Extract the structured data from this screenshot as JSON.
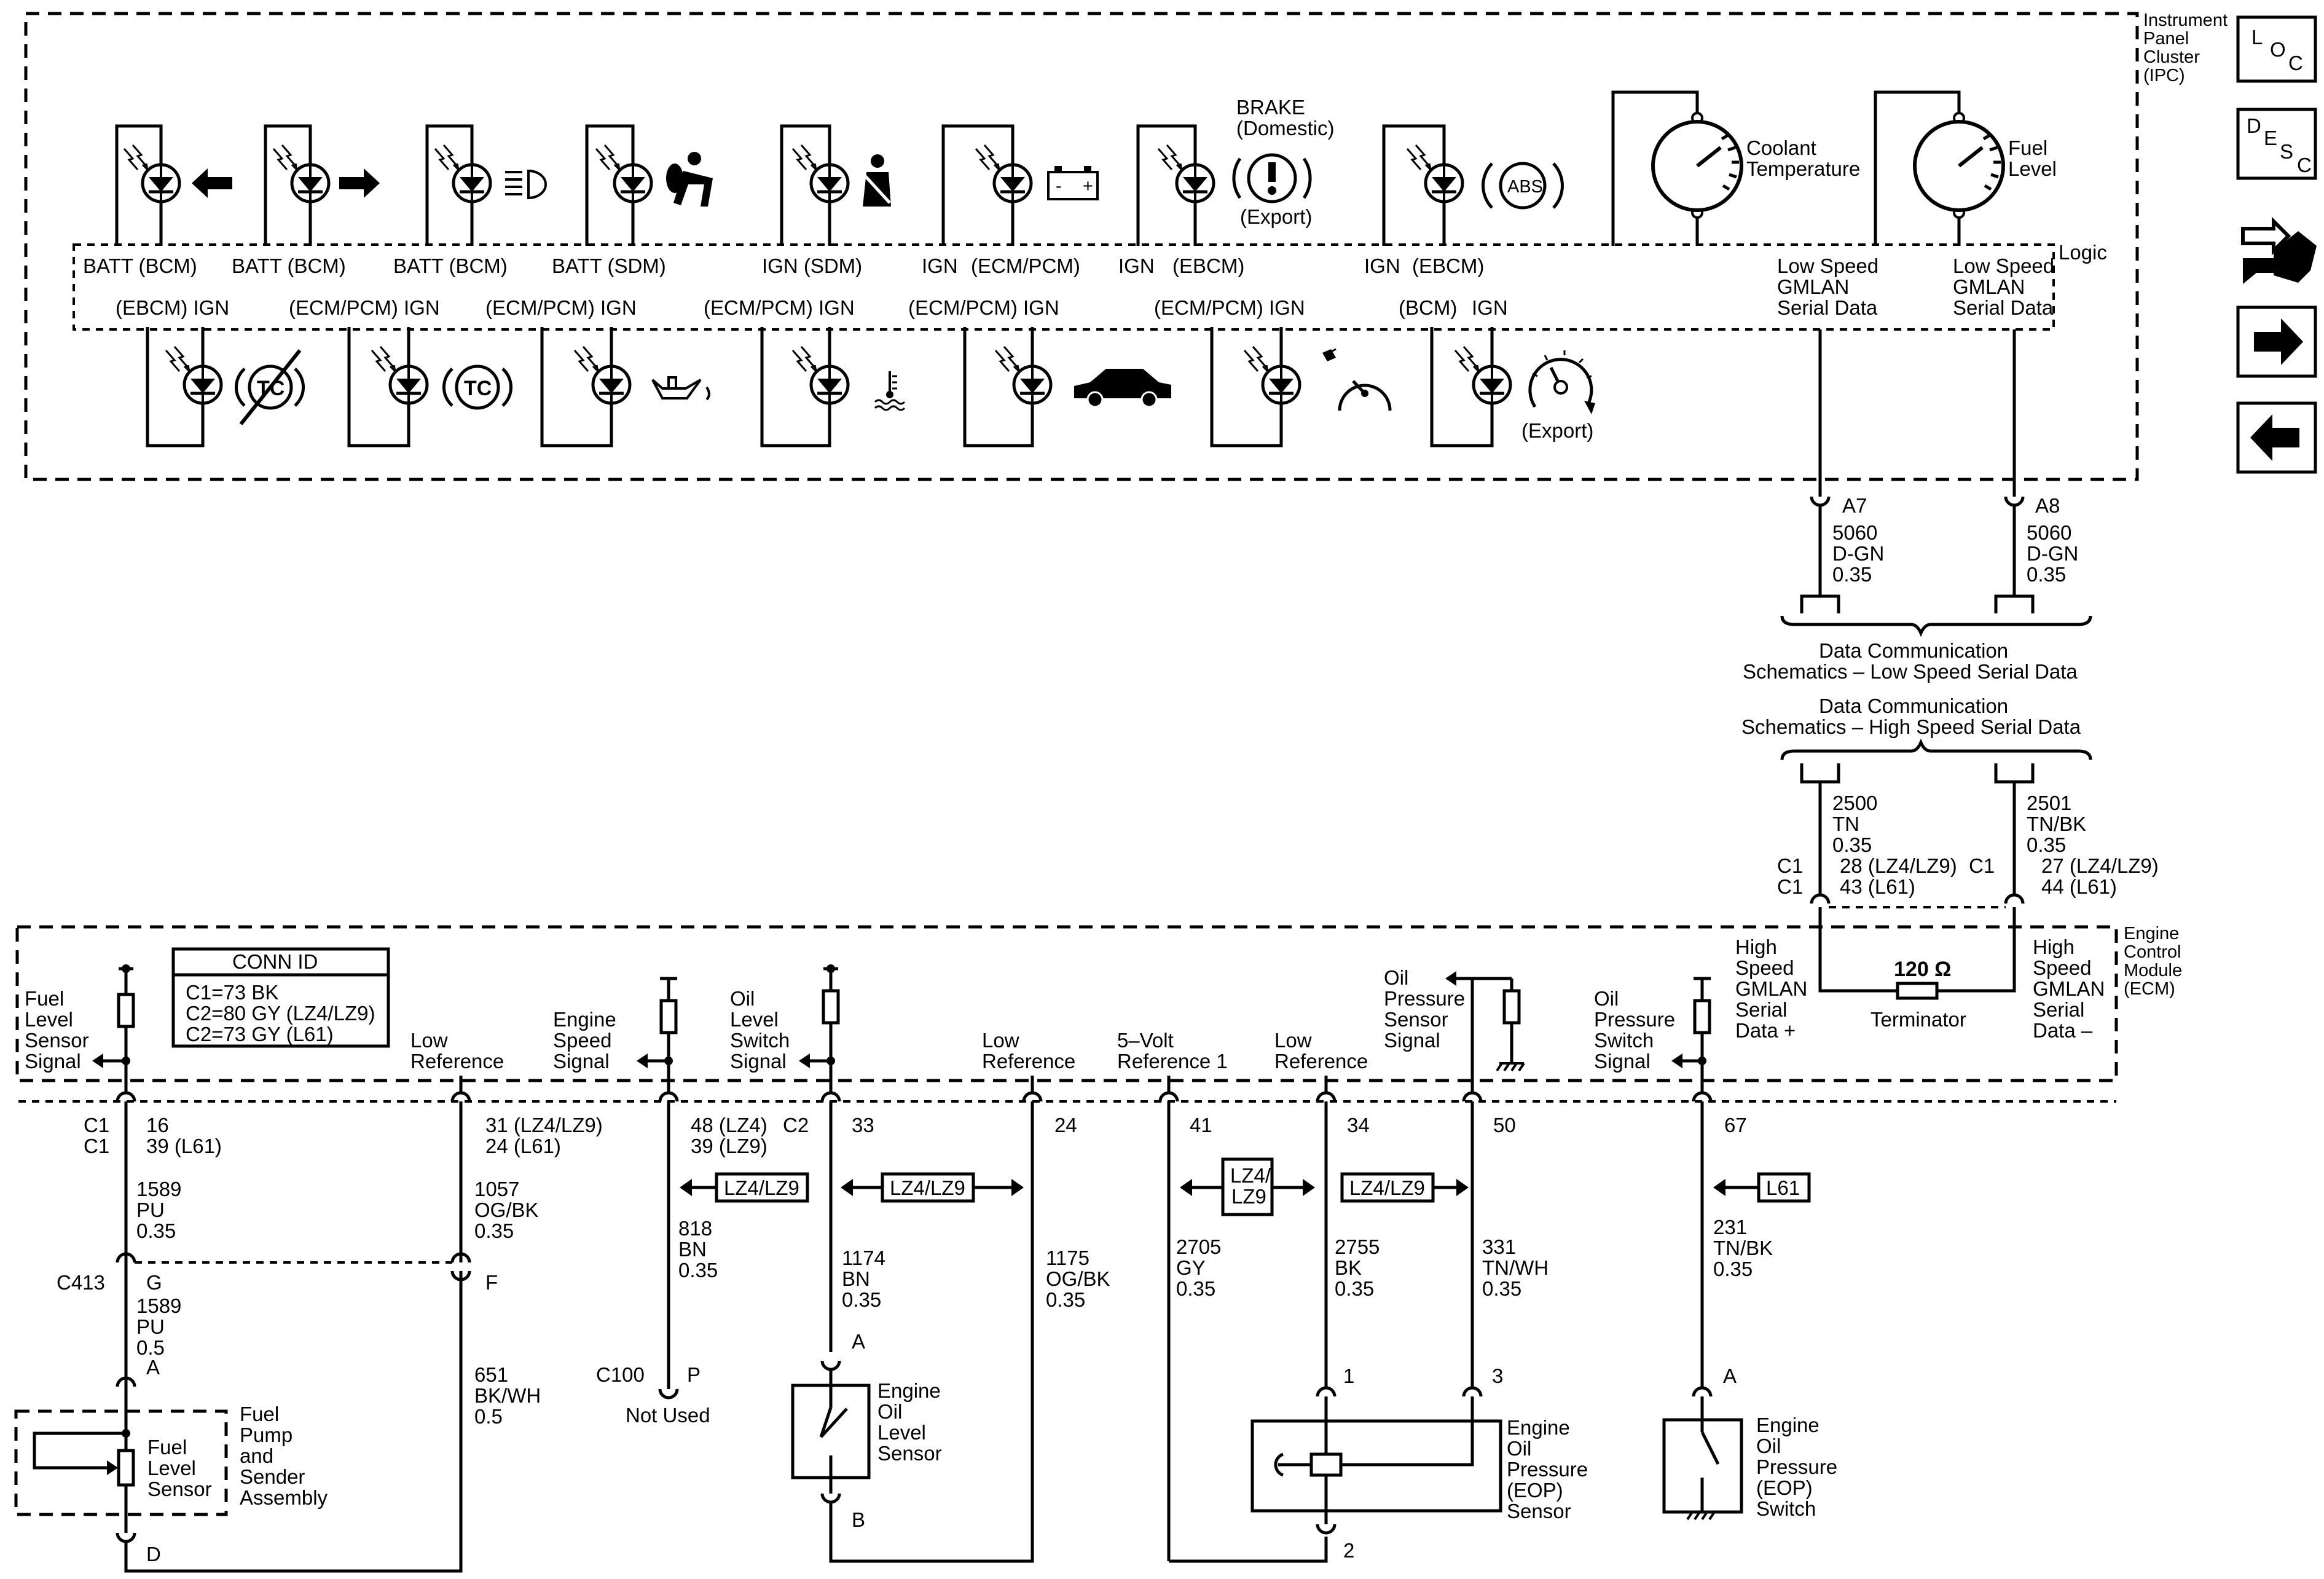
{
  "ipc": {
    "title": [
      "Instrument",
      "Panel",
      "Cluster",
      "(IPC)"
    ],
    "logic": "Logic",
    "top_lamps": [
      {
        "label": "BATT (BCM)",
        "icon": "left-turn-arrow-icon"
      },
      {
        "label": "BATT (BCM)",
        "icon": "right-turn-arrow-icon"
      },
      {
        "label": "BATT (BCM)",
        "icon": "high-beam-icon"
      },
      {
        "label": "BATT (SDM)",
        "icon": "airbag-icon"
      },
      {
        "label": "IGN (SDM)",
        "icon": "seatbelt-icon"
      },
      {
        "label": "IGN",
        "label2": "(ECM/PCM)",
        "icon": "battery-icon"
      },
      {
        "label": "IGN",
        "label2": "(EBCM)",
        "icon": "brake-warning-icon"
      },
      {
        "label": "IGN",
        "label2": "(EBCM)",
        "icon": "abs-icon"
      }
    ],
    "brake_title": [
      "BRAKE",
      "(Domestic)"
    ],
    "brake_export": "(Export)",
    "abs_text": "ABS",
    "bottom_lamps": [
      {
        "label": "(EBCM) IGN",
        "icon": "traction-off-icon"
      },
      {
        "label": "(ECM/PCM) IGN",
        "icon": "traction-control-icon"
      },
      {
        "label": "(ECM/PCM) IGN",
        "icon": "oil-can-icon"
      },
      {
        "label": "(ECM/PCM) IGN",
        "icon": "coolant-temp-icon"
      },
      {
        "label": "(ECM/PCM) IGN",
        "icon": "car-icon"
      },
      {
        "label": "(ECM/PCM) IGN",
        "icon": "speedometer-icon"
      },
      {
        "label": "(BCM)",
        "label2": "IGN",
        "icon": "speedometer-export-icon"
      }
    ],
    "tc_text": "TC",
    "export_label": "(Export)",
    "gauges": [
      {
        "label": [
          "Coolant",
          "Temperature"
        ],
        "icon": "coolant-gauge-icon"
      },
      {
        "label": [
          "Fuel",
          "Level"
        ],
        "icon": "fuel-gauge-icon"
      }
    ],
    "gmlan": [
      {
        "label": [
          "Low Speed",
          "GMLAN",
          "Serial Data"
        ],
        "pin": "A7",
        "wire": [
          "5060",
          "D-GN",
          "0.35"
        ]
      },
      {
        "label": [
          "Low Speed",
          "GMLAN",
          "Serial Data"
        ],
        "pin": "A8",
        "wire": [
          "5060",
          "D-GN",
          "0.35"
        ]
      }
    ]
  },
  "data_comm": {
    "low": [
      "Data Communication",
      "Schematics – Low Speed Serial Data"
    ],
    "high": [
      "Data Communication",
      "Schematics – High Speed Serial Data"
    ],
    "hs_wires": [
      {
        "wire": [
          "2500",
          "TN",
          "0.35"
        ],
        "conn": [
          "C1",
          "C1"
        ],
        "pins": [
          "28 (LZ4/LZ9)",
          "43 (L61)"
        ]
      },
      {
        "wire": [
          "2501",
          "TN/BK",
          "0.35"
        ],
        "conn": [
          "C1"
        ],
        "pins": [
          "27 (LZ4/LZ9)",
          "44 (L61)"
        ]
      }
    ]
  },
  "ecm": {
    "title": [
      "Engine",
      "Control",
      "Module",
      "(ECM)"
    ],
    "conn_id": {
      "title": "CONN ID",
      "lines": [
        "C1=73 BK",
        "C2=80 GY (LZ4/LZ9)",
        "C2=73 GY (L61)"
      ]
    },
    "hs_labels": [
      [
        "High",
        "Speed",
        "GMLAN",
        "Serial",
        "Data +"
      ],
      [
        "High",
        "Speed",
        "GMLAN",
        "Serial",
        "Data –"
      ]
    ],
    "terminator": {
      "value": "120 Ω",
      "label": "Terminator"
    },
    "signals": [
      [
        "Fuel",
        "Level",
        "Sensor",
        "Signal"
      ],
      [
        "Low",
        "Reference"
      ],
      [
        "Engine",
        "Speed",
        "Signal"
      ],
      [
        "Oil",
        "Level",
        "Switch",
        "Signal"
      ],
      [
        "Low",
        "Reference"
      ],
      [
        "5–Volt",
        "Reference 1"
      ],
      [
        "Low",
        "Reference"
      ],
      [
        "Oil",
        "Pressure",
        "Sensor",
        "Signal"
      ],
      [
        "Oil",
        "Pressure",
        "Switch",
        "Signal"
      ]
    ]
  },
  "circuits": {
    "fuel": {
      "conn": [
        "C1",
        "C1"
      ],
      "pins": [
        "16",
        "39 (L61)"
      ],
      "wire1": [
        "1589",
        "PU",
        "0.35"
      ],
      "c413": "C413",
      "g": "G",
      "wire2": [
        "1589",
        "PU",
        "0.5"
      ],
      "a": "A",
      "d": "D"
    },
    "lowref1": {
      "pins": [
        "31 (LZ4/LZ9)",
        "24 (L61)"
      ],
      "wire1": [
        "1057",
        "OG/BK",
        "0.35"
      ],
      "f": "F",
      "wire2": [
        "651",
        "BK/WH",
        "0.5"
      ]
    },
    "speed": {
      "pins": [
        "48 (LZ4)",
        "39 (LZ9)"
      ],
      "tag": "LZ4/LZ9",
      "wire": [
        "818",
        "BN",
        "0.35"
      ],
      "c100": "C100",
      "p": "P",
      "not_used": "Not Used"
    },
    "oil_switch": {
      "conn": "C2",
      "pin": "33",
      "tag": "LZ4/LZ9",
      "wire": [
        "1174",
        "BN",
        "0.35"
      ],
      "a": "A",
      "b": "B"
    },
    "lowref2": {
      "pin": "24",
      "wire": [
        "1175",
        "OG/BK",
        "0.35"
      ]
    },
    "vref": {
      "pin": "41",
      "tag": [
        "LZ4/",
        "LZ9"
      ],
      "wire": [
        "2705",
        "GY",
        "0.35"
      ]
    },
    "lowref3": {
      "pin": "34",
      "tag": "LZ4/LZ9",
      "wire": [
        "2755",
        "BK",
        "0.35"
      ],
      "p1": "1",
      "p2": "2"
    },
    "oil_press": {
      "pin": "50",
      "wire": [
        "331",
        "TN/WH",
        "0.35"
      ],
      "p3": "3"
    },
    "oil_sw": {
      "pin": "67",
      "tag": "L61",
      "wire": [
        "231",
        "TN/BK",
        "0.35"
      ],
      "a": "A"
    }
  },
  "components": {
    "fuel_sender_assy": [
      "Fuel",
      "Pump",
      "and",
      "Sender",
      "Assembly"
    ],
    "fuel_level_sensor": [
      "Fuel",
      "Level",
      "Sensor"
    ],
    "oil_level_sensor": [
      "Engine",
      "Oil",
      "Level",
      "Sensor"
    ],
    "eop_sensor": [
      "Engine",
      "Oil",
      "Pressure",
      "(EOP)",
      "Sensor"
    ],
    "eop_switch": [
      "Engine",
      "Oil",
      "Pressure",
      "(EOP)",
      "Switch"
    ]
  },
  "nav": {
    "loc": [
      "L",
      "O",
      "C"
    ],
    "desc": [
      "D",
      "E",
      "S",
      "C"
    ],
    "buttons": [
      "connector-icon",
      "right-arrow-icon",
      "left-arrow-icon"
    ]
  }
}
